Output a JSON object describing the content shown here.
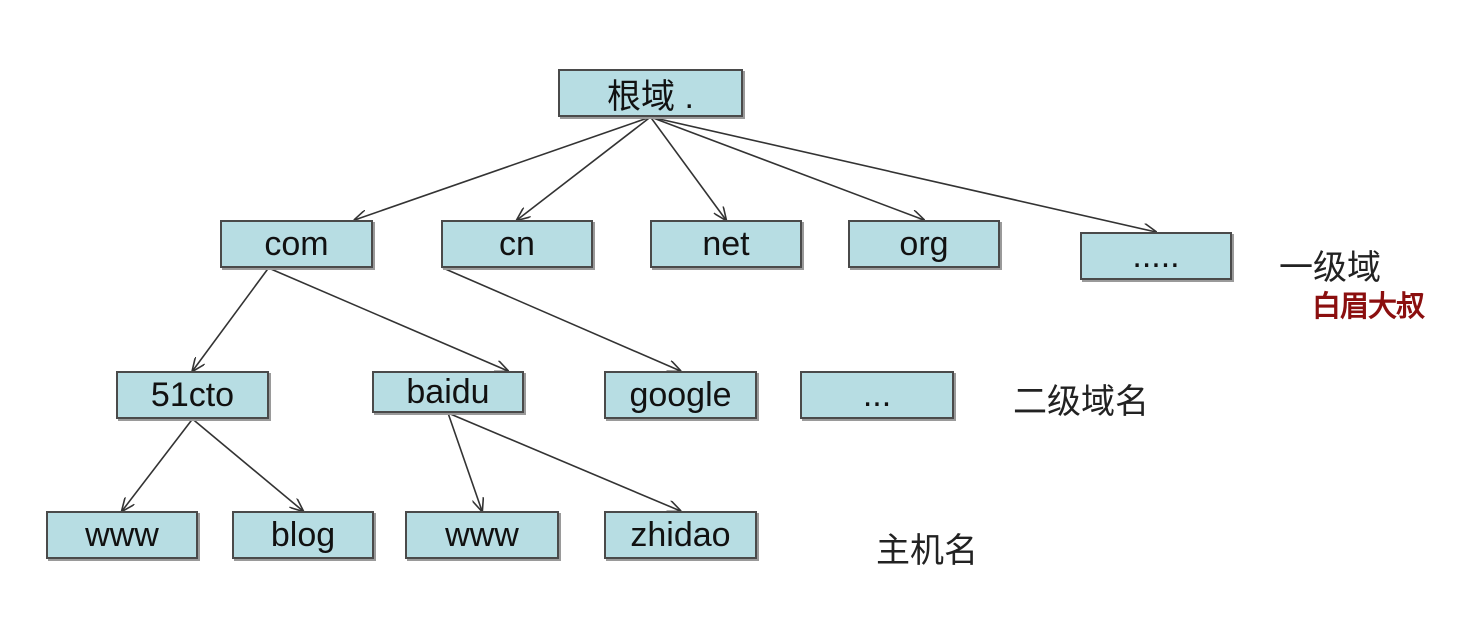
{
  "diagram": {
    "nodes": {
      "root": "根域 .",
      "com": "com",
      "cn": "cn",
      "net": "net",
      "org": "org",
      "tld_more": ".....",
      "cto51": "51cto",
      "baidu": "baidu",
      "google": "google",
      "sld_more": "...",
      "www1": "www",
      "blog": "blog",
      "www2": "www",
      "zhidao": "zhidao"
    },
    "edges": [
      [
        "root",
        "com"
      ],
      [
        "root",
        "cn"
      ],
      [
        "root",
        "net"
      ],
      [
        "root",
        "org"
      ],
      [
        "root",
        "tld_more"
      ],
      [
        "com",
        "cto51"
      ],
      [
        "com",
        "baidu"
      ],
      [
        "cn",
        "google"
      ],
      [
        "cto51",
        "www1"
      ],
      [
        "cto51",
        "blog"
      ],
      [
        "baidu",
        "www2"
      ],
      [
        "baidu",
        "zhidao"
      ]
    ],
    "level_labels": {
      "top_level": "一级域",
      "second_level": "二级域名",
      "host": "主机名"
    }
  },
  "watermark": "白眉大叔",
  "colors": {
    "box_fill": "#b7dde3",
    "box_border": "#4a4a4a",
    "arrow": "#333333",
    "watermark": "#8b0f0f"
  }
}
